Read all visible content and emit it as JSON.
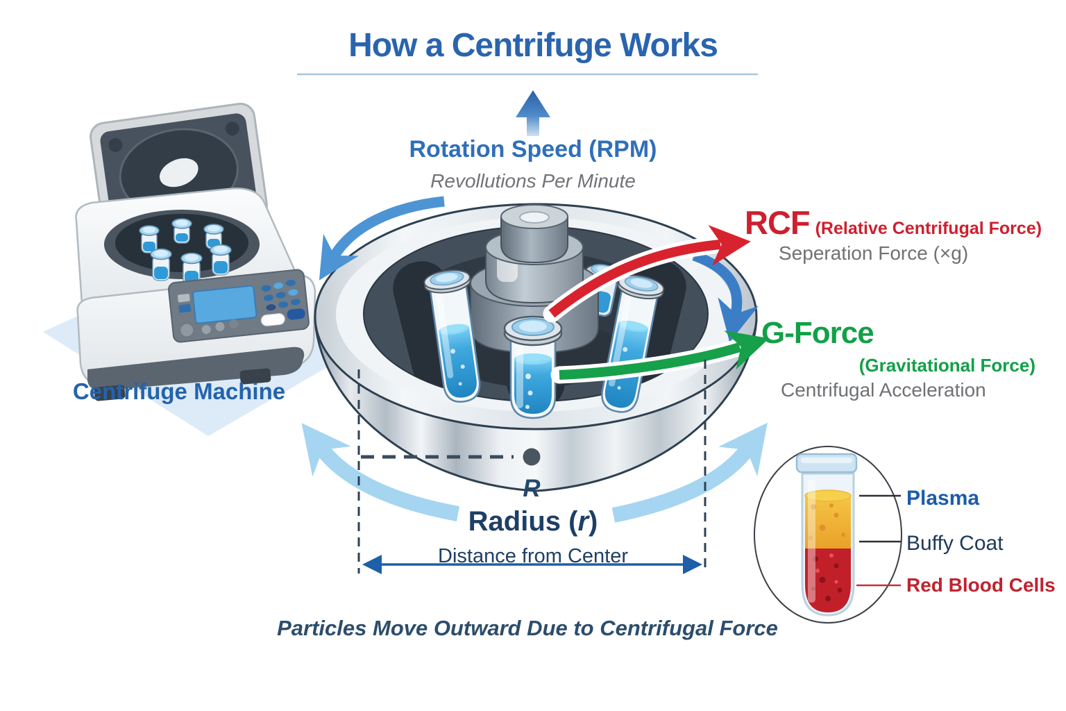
{
  "title": "How a Centrifuge Works",
  "rotation_speed": {
    "label": "Rotation Speed (RPM)",
    "sublabel": "Revollutions Per Minute"
  },
  "machine": {
    "label": "Centrifuge Machine"
  },
  "rcf": {
    "abbr": "RCF",
    "name": "(Relative Centrifugal Force)",
    "sublabel": "Seperation Force (×g)"
  },
  "g_force": {
    "abbr": "G-Force",
    "name": "(Gravitational Force)",
    "sublabel": "Centrifugal Acceleration"
  },
  "radius": {
    "point_label": "R",
    "label_prefix": "Radius (",
    "label_var": "r",
    "label_suffix": ")",
    "sublabel": "Distance from Center"
  },
  "caption": "Particles Move Outward Due to Centrifugal Force",
  "tube_legend": {
    "layers": [
      {
        "label": "Plasma",
        "color": "#1b5cab"
      },
      {
        "label": "Buffy Coat",
        "color": "#1c3a57"
      },
      {
        "label": "Red Blood Cells",
        "color": "#bf2330"
      }
    ]
  },
  "colors": {
    "title_blue": "#2a64ae",
    "rotation_blue": "#2f6fba",
    "muted_gray": "#6f7174",
    "rcf_red": "#ce1f2e",
    "g_force_green": "#12a047",
    "dimension_navy": "#1e3f66",
    "caption_navy": "#2c4d6b",
    "rotation_arrow_blue": "#4d94d4",
    "rotation_arrow_light_blue": "#a5d5f0",
    "liquid_blue": "#2f9ad6",
    "plasma_yellow": "#f0b93a",
    "rbc_red": "#c1202a"
  }
}
